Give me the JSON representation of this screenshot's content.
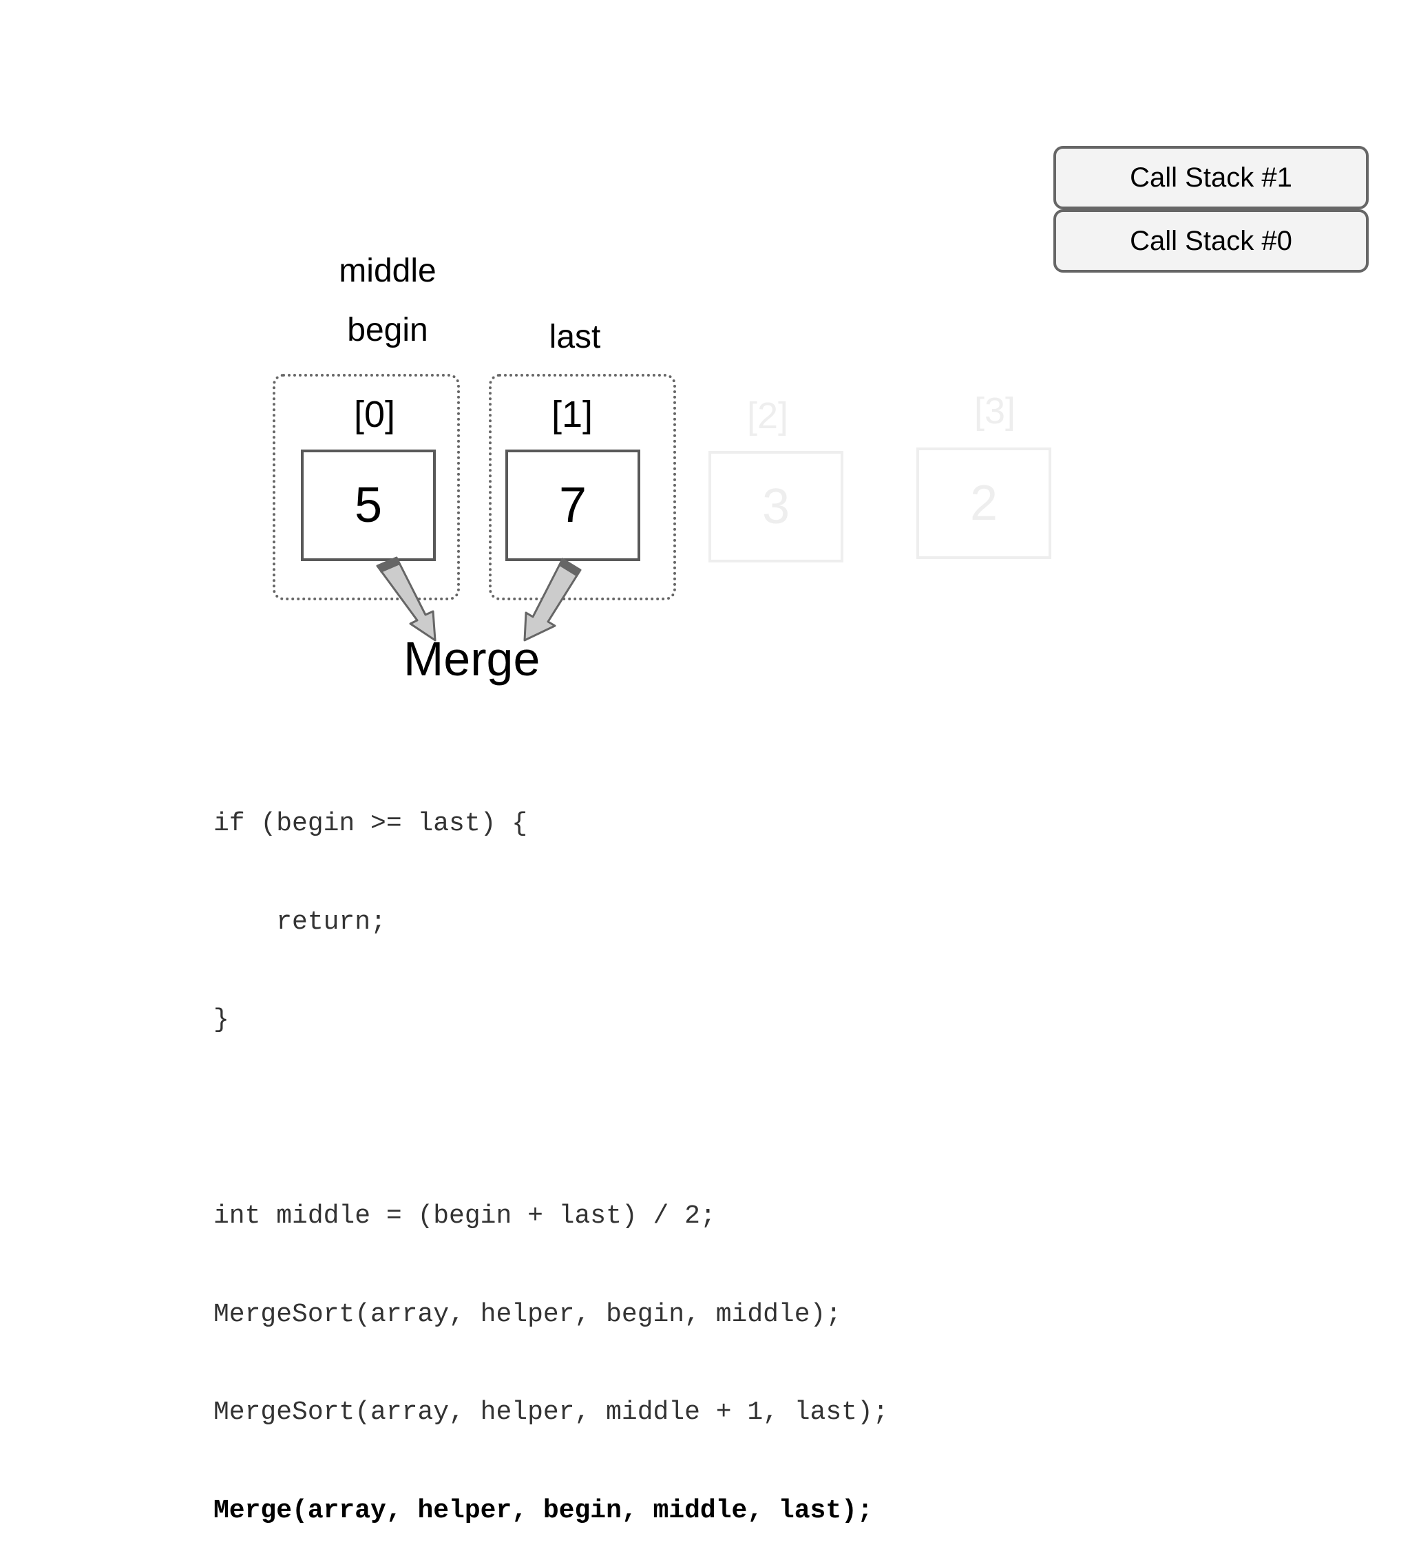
{
  "pointers": {
    "middle": "middle",
    "begin": "begin",
    "last": "last"
  },
  "array": {
    "cells": [
      {
        "index": "[0]",
        "value": "5"
      },
      {
        "index": "[1]",
        "value": "7"
      },
      {
        "index": "[2]",
        "value": "3"
      },
      {
        "index": "[3]",
        "value": "2"
      }
    ]
  },
  "merge_label": "Merge",
  "call_stack": [
    {
      "label": "Call Stack #1"
    },
    {
      "label": "Call Stack #0"
    }
  ],
  "code": {
    "lines": [
      "if (begin >= last) {",
      "    return;",
      "}",
      "",
      "int middle = (begin + last) / 2;",
      "MergeSort(array, helper, begin, middle);",
      "MergeSort(array, helper, middle + 1, last);",
      "Merge(array, helper, begin, middle, last);"
    ]
  },
  "colors": {
    "arrow_fill": "#cccccc",
    "arrow_stroke": "#666666",
    "faded": "#eeeeee"
  }
}
